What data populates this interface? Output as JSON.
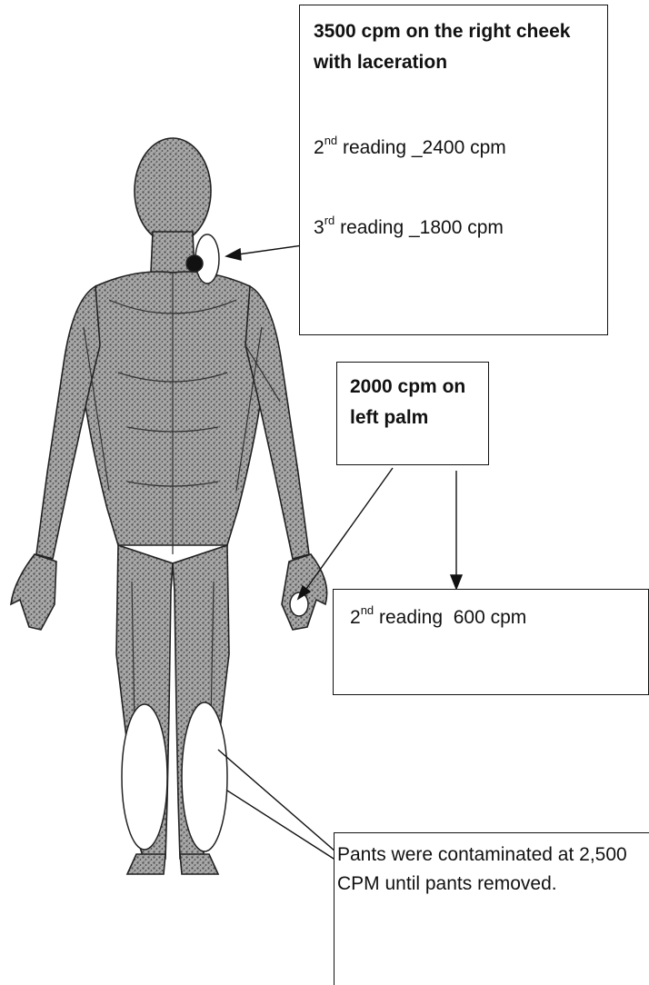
{
  "annotations": {
    "cheek": {
      "main": "3500 cpm on the right cheek with laceration",
      "reading2_ordinal": "2",
      "reading2_suffix": "nd",
      "reading2_text": " reading _2400 cpm",
      "reading3_ordinal": "3",
      "reading3_suffix": "rd",
      "reading3_text": " reading _1800 cpm"
    },
    "palm": {
      "main": "2000 cpm on left palm",
      "reading2_ordinal": "2",
      "reading2_suffix": "nd",
      "reading2_text": " reading  600 cpm"
    },
    "pants": {
      "main": "Pants were contaminated at 2,500 CPM until pants removed."
    }
  },
  "colors": {
    "ink": "#111111",
    "figure_fill": "#9a9a9a",
    "figure_dark": "#555555"
  }
}
